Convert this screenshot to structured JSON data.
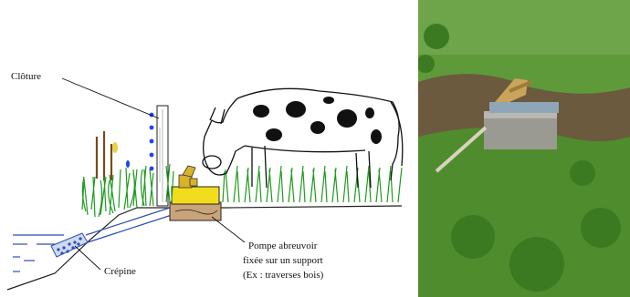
{
  "labels": {
    "fence": "Clôture",
    "strainer": "Crépine",
    "pump_line1": "Pompe abreuvoir",
    "pump_line2": "fixée sur un support",
    "pump_line3": "(Ex : traverses bois)"
  },
  "colors": {
    "water": "#2a4fb0",
    "grass": "#1f9a1f",
    "trough": "#f2dc1e",
    "pump": "#d8b22a",
    "fence_dots": "#2040ff",
    "photo_grass": "#5f9a3a"
  },
  "icons": [
    "cow-illustration",
    "pasture-pump-photo"
  ]
}
